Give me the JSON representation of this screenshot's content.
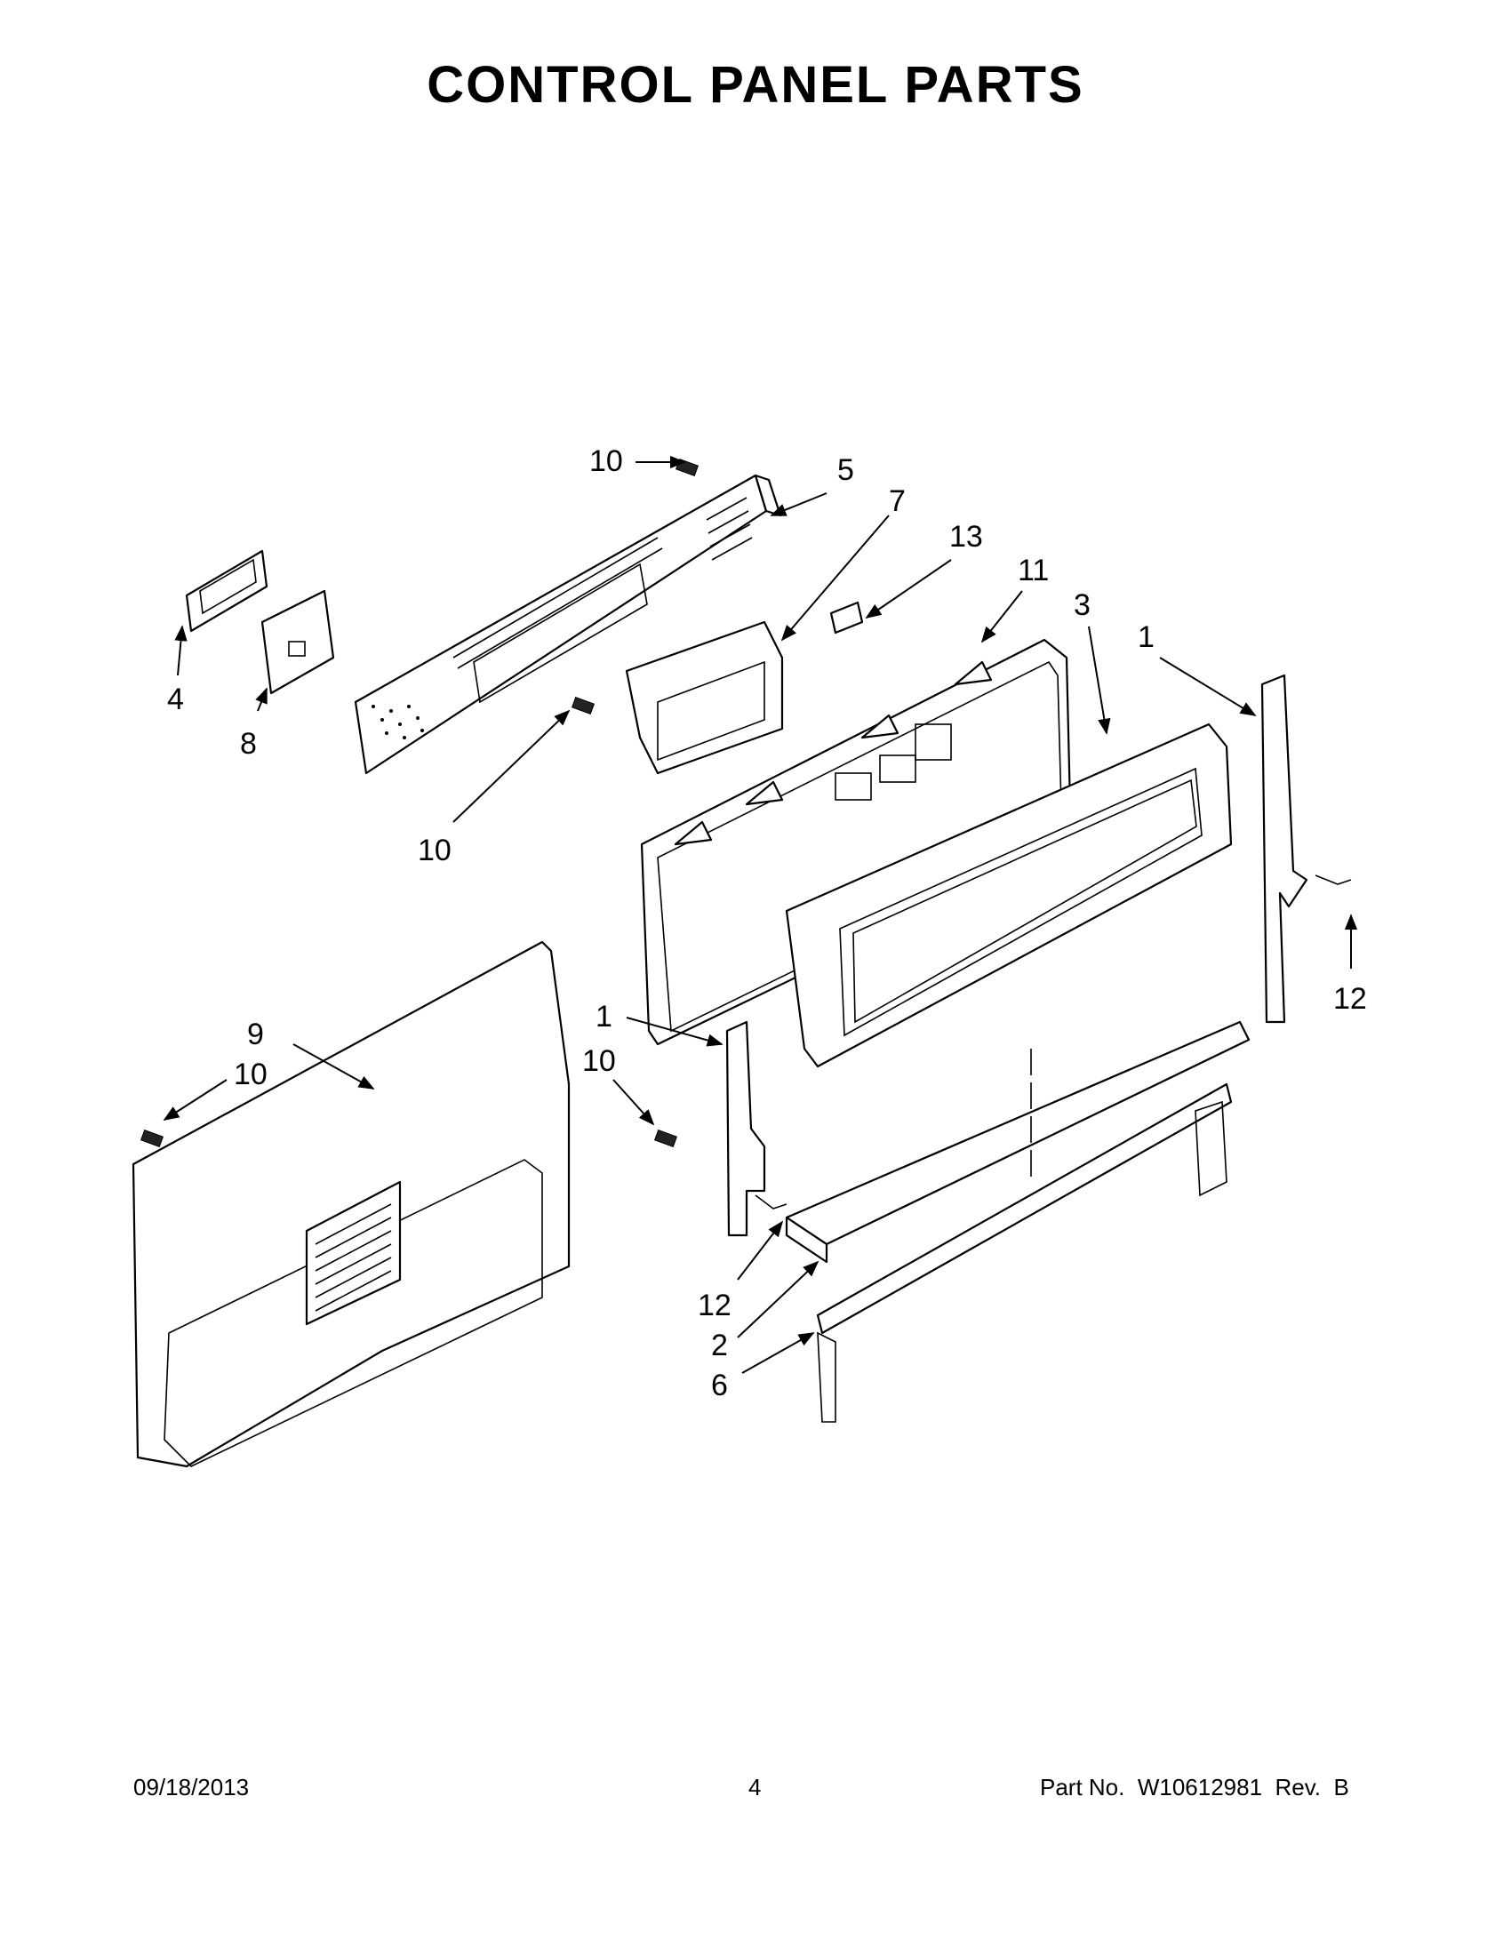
{
  "title": "CONTROL PANEL PARTS",
  "footer": {
    "date": "09/18/2013",
    "page": "4",
    "part_number": "Part No.  W10612981  Rev.  B"
  },
  "callouts": [
    "10",
    "5",
    "7",
    "13",
    "11",
    "3",
    "1",
    "4",
    "8",
    "10",
    "1",
    "9",
    "10",
    "10",
    "12",
    "12",
    "2",
    "6"
  ]
}
